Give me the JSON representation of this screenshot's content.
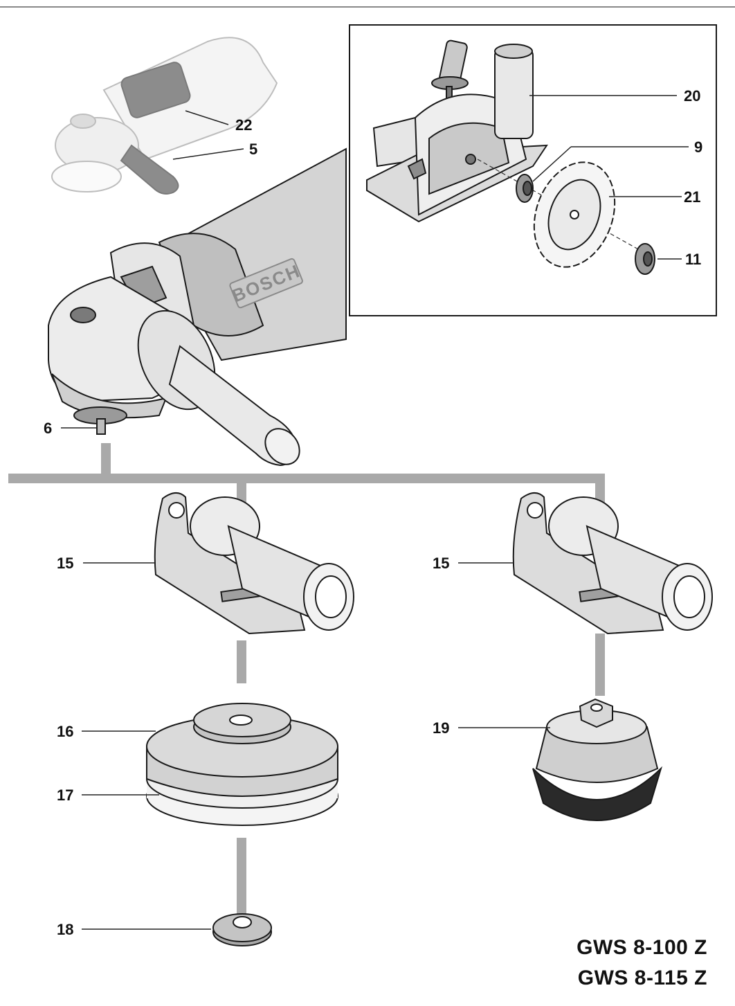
{
  "brand": "BOSCH",
  "callouts": {
    "c22": "22",
    "c5": "5",
    "c20": "20",
    "c9": "9",
    "c21": "21",
    "c11": "11",
    "c6": "6",
    "c15a": "15",
    "c15b": "15",
    "c16": "16",
    "c17": "17",
    "c18": "18",
    "c19": "19"
  },
  "models": [
    "GWS 8-100 Z",
    "GWS 8-115 Z"
  ],
  "colors": {
    "connector": "#a9a9a9",
    "outline": "#1a1a1a",
    "light_fill": "#ececec",
    "mid_fill": "#c9c9c9",
    "dark_fill": "#8c8c8c"
  }
}
